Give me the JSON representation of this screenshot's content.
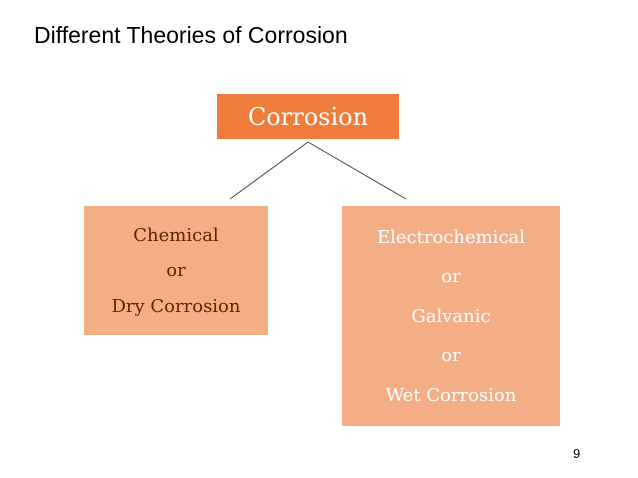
{
  "slide": {
    "title": "Different Theories of Corrosion",
    "page_number": "9"
  },
  "diagram": {
    "root": {
      "label": "Corrosion",
      "color": "#ee7d3b"
    },
    "children": [
      {
        "lines": [
          "Chemical",
          "or",
          "Dry Corrosion"
        ],
        "color": "#f3ae86"
      },
      {
        "lines": [
          "Electrochemical",
          "or",
          "Galvanic",
          "or",
          "Wet Corrosion"
        ],
        "color": "#f3ae86"
      }
    ]
  }
}
